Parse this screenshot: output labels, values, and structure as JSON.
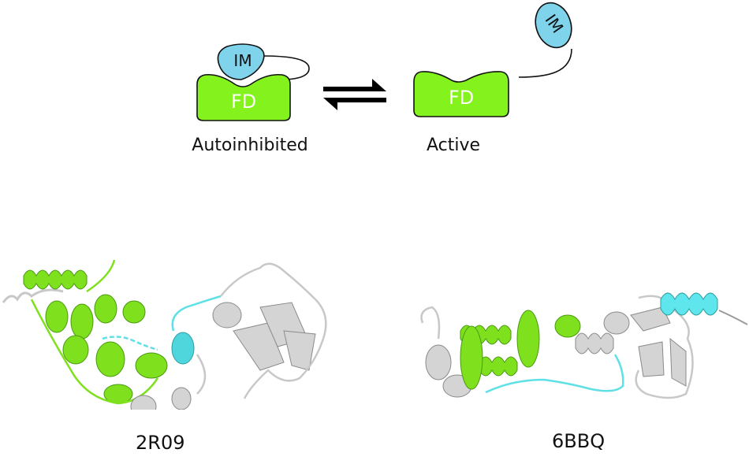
{
  "schematic": {
    "autoinhibited": {
      "label": "Autoinhibited",
      "fd_label": "FD",
      "im_label": "IM"
    },
    "active": {
      "label": "Active",
      "fd_label": "FD",
      "im_label": "IM"
    },
    "equilibrium_arrow": "reversible-equilibrium"
  },
  "structures": [
    {
      "id": "2R09",
      "label": "2R09",
      "state": "autoinhibited"
    },
    {
      "id": "6BBQ",
      "label": "6BBQ",
      "state": "active"
    }
  ],
  "colors": {
    "fd_green": "#84f21c",
    "im_blue": "#7fd4ec",
    "im_cyan_ribbon": "#5fe0e6",
    "gray_ribbon": "#c8c8c8",
    "outline": "#111111"
  }
}
